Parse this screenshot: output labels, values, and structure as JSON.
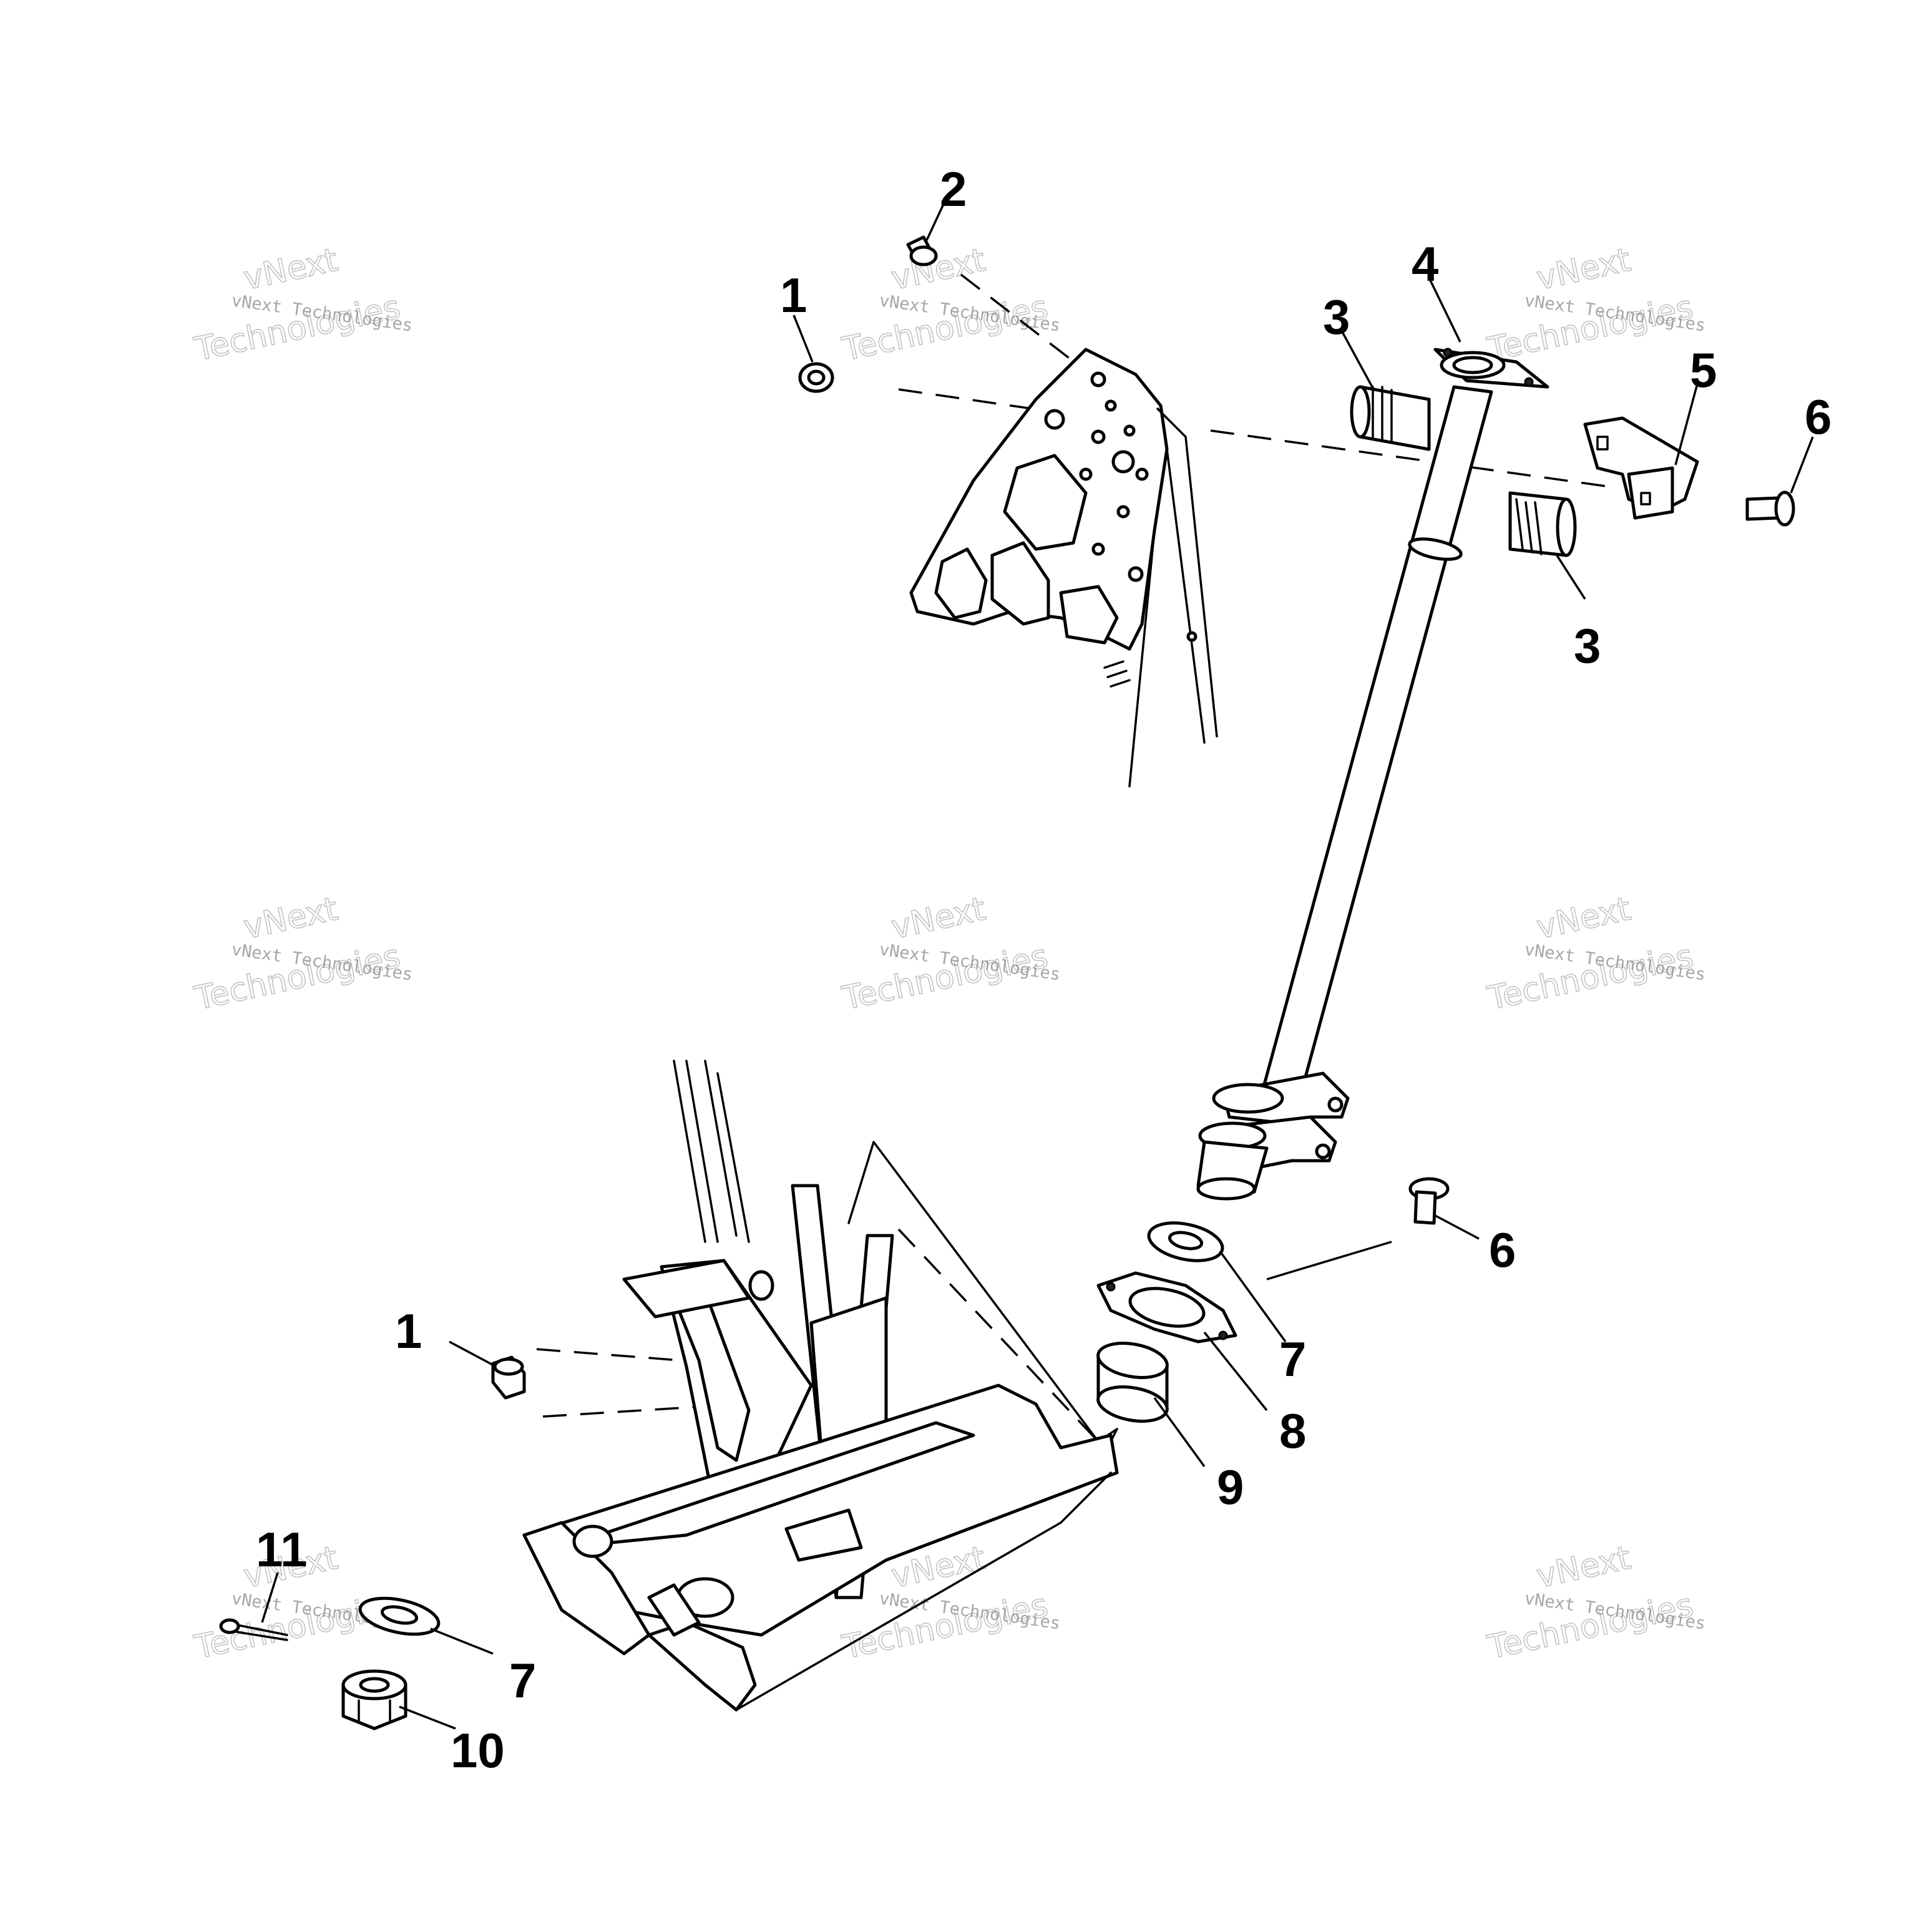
{
  "callouts": [
    {
      "id": "1a",
      "label": "1"
    },
    {
      "id": "1b",
      "label": "1"
    },
    {
      "id": "2",
      "label": "2"
    },
    {
      "id": "3a",
      "label": "3"
    },
    {
      "id": "3b",
      "label": "3"
    },
    {
      "id": "4",
      "label": "4"
    },
    {
      "id": "5",
      "label": "5"
    },
    {
      "id": "6a",
      "label": "6"
    },
    {
      "id": "6b",
      "label": "6"
    },
    {
      "id": "7a",
      "label": "7"
    },
    {
      "id": "7b",
      "label": "7"
    },
    {
      "id": "8",
      "label": "8"
    },
    {
      "id": "9",
      "label": "9"
    },
    {
      "id": "10",
      "label": "10"
    },
    {
      "id": "11",
      "label": "11"
    }
  ],
  "watermark": {
    "small": "vNext Technologies",
    "big_top": "vNext",
    "big_bottom": "Technologies"
  }
}
